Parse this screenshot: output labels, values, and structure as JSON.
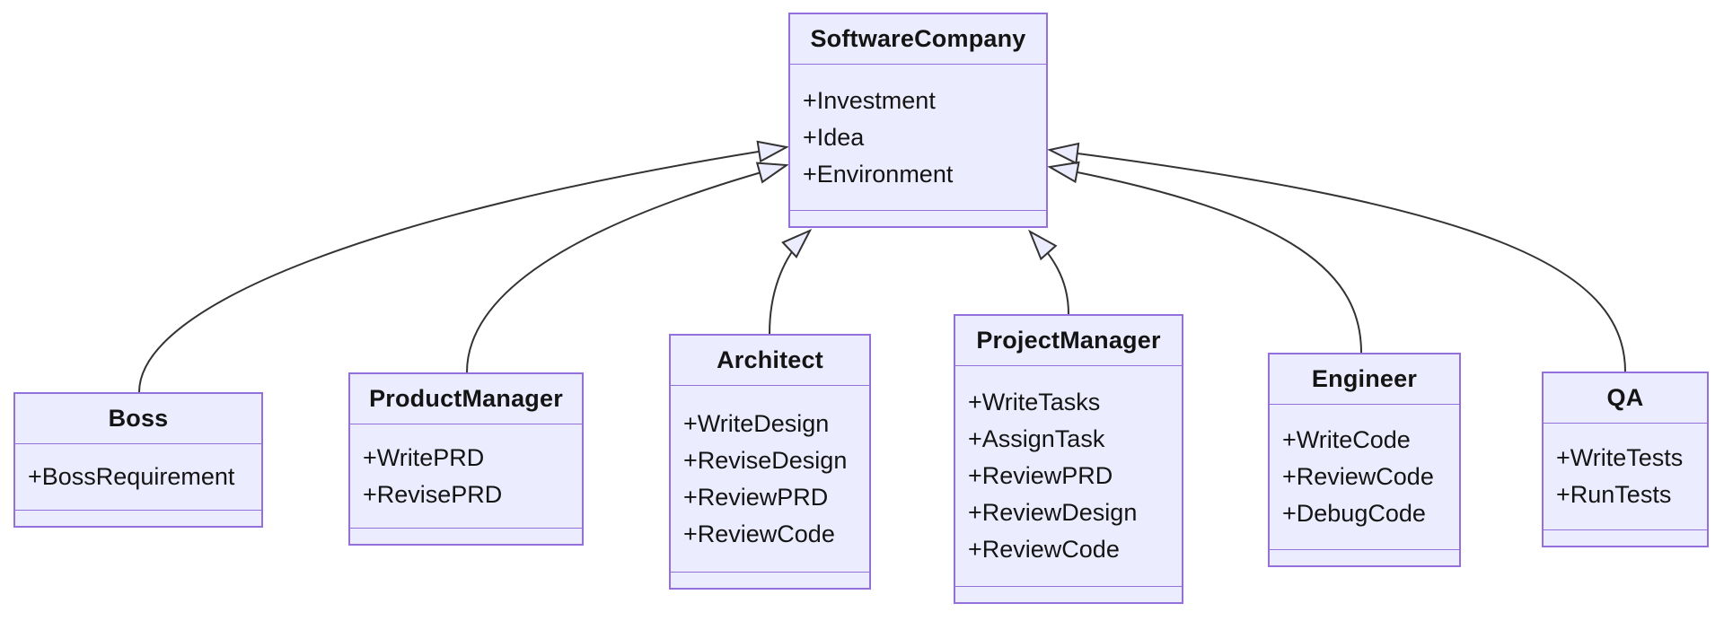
{
  "diagram": {
    "type": "uml-class-diagram",
    "background_color": "#ffffff",
    "node_fill_color": "#ECECFF",
    "node_border_color": "#9370DB",
    "edge_color": "#333333",
    "classes": [
      {
        "name": "SoftwareCompany",
        "members": [
          "+Investment",
          "+Idea",
          "+Environment"
        ],
        "methods": []
      },
      {
        "name": "Boss",
        "members": [
          "+BossRequirement"
        ],
        "methods": []
      },
      {
        "name": "ProductManager",
        "members": [
          "+WritePRD",
          "+RevisePRD"
        ],
        "methods": []
      },
      {
        "name": "Architect",
        "members": [
          "+WriteDesign",
          "+ReviseDesign",
          "+ReviewPRD",
          "+ReviewCode"
        ],
        "methods": []
      },
      {
        "name": "ProjectManager",
        "members": [
          "+WriteTasks",
          "+AssignTask",
          "+ReviewPRD",
          "+ReviewDesign",
          "+ReviewCode"
        ],
        "methods": []
      },
      {
        "name": "Engineer",
        "members": [
          "+WriteCode",
          "+ReviewCode",
          "+DebugCode"
        ],
        "methods": []
      },
      {
        "name": "QA",
        "members": [
          "+WriteTests",
          "+RunTests"
        ],
        "methods": []
      }
    ],
    "edges": [
      {
        "from": "Boss",
        "to": "SoftwareCompany",
        "type": "inheritance"
      },
      {
        "from": "ProductManager",
        "to": "SoftwareCompany",
        "type": "inheritance"
      },
      {
        "from": "Architect",
        "to": "SoftwareCompany",
        "type": "inheritance"
      },
      {
        "from": "ProjectManager",
        "to": "SoftwareCompany",
        "type": "inheritance"
      },
      {
        "from": "Engineer",
        "to": "SoftwareCompany",
        "type": "inheritance"
      },
      {
        "from": "QA",
        "to": "SoftwareCompany",
        "type": "inheritance"
      }
    ]
  }
}
